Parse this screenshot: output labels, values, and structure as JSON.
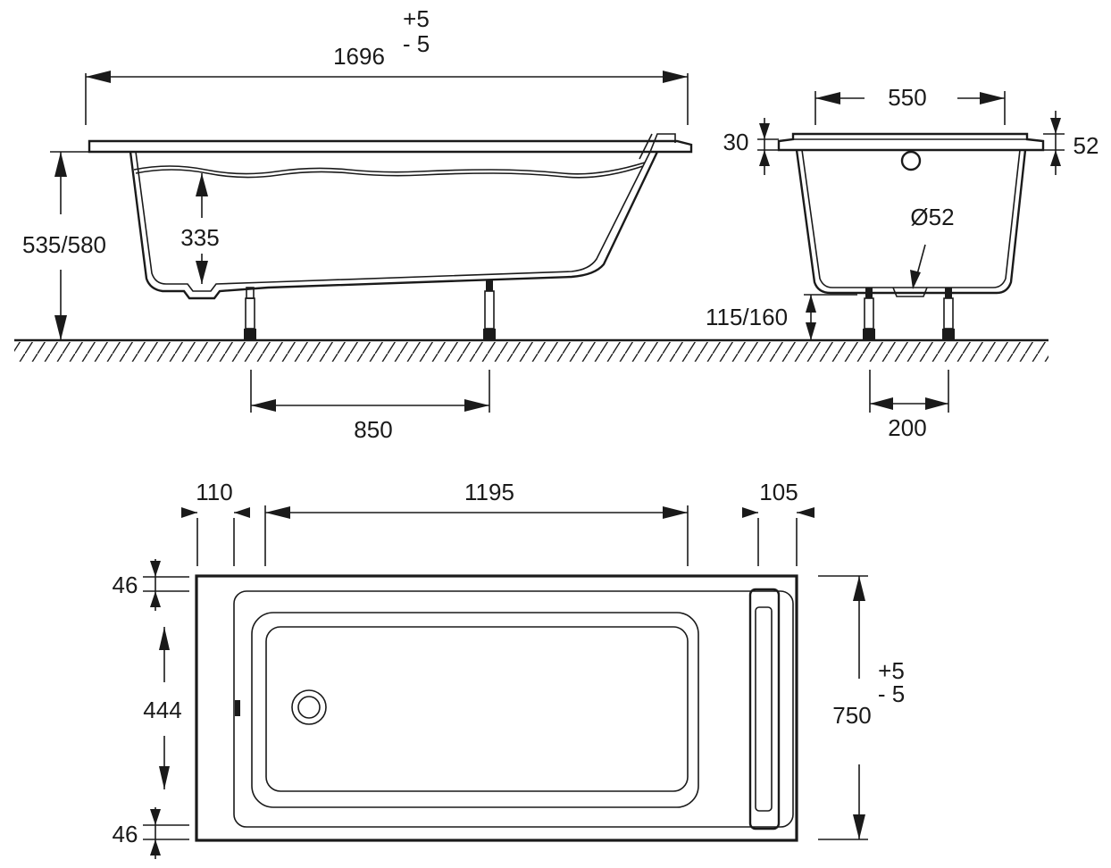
{
  "side_view": {
    "length": "1696",
    "length_tol_plus": "+5",
    "length_tol_minus": "- 5",
    "height": "535/580",
    "water_depth": "335",
    "leg_spacing": "850"
  },
  "end_view": {
    "width": "550",
    "rim_thickness": "30",
    "rim_height": "52",
    "drain_diameter": "Ø52",
    "leg_height": "115/160",
    "leg_spacing": "200"
  },
  "top_view": {
    "left_offset": "110",
    "inner_length": "1195",
    "right_offset": "105",
    "top_margin": "46",
    "inner_width": "444",
    "bottom_margin": "46",
    "outer_width": "750",
    "width_tol_plus": "+5",
    "width_tol_minus": "- 5"
  }
}
